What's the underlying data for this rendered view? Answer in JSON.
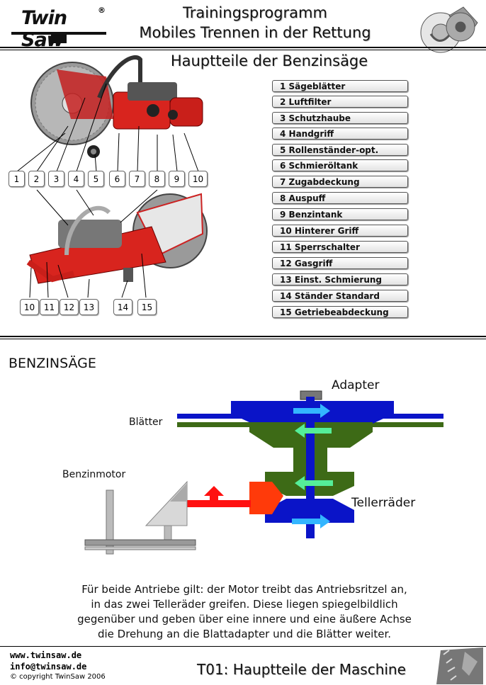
{
  "header": {
    "logo_text": "Twin Saw",
    "logo_mark": "®",
    "title_line1": "Trainingsprogramm",
    "title_line2": "Mobiles Trennen in der Rettung"
  },
  "page_subtitle": "Hauptteile der Benzinsäge",
  "parts": [
    "1 Sägeblätter",
    "2 Luftfilter",
    "3 Schutzhaube",
    "4 Handgriff",
    "5 Rollenständer-opt.",
    "6 Schmieröltank",
    "7 Zugabdeckung",
    "8 Auspuff",
    "9 Benzintank",
    "10 Hinterer Griff",
    "11 Sperrschalter",
    "12 Gasgriff",
    "13 Einst. Schmierung",
    "14 Ständer Standard",
    "15 Getriebeabdeckung"
  ],
  "callouts_top": [
    "1",
    "2",
    "3",
    "4",
    "5",
    "6",
    "7",
    "8",
    "9",
    "10"
  ],
  "callouts_bottom": [
    "10",
    "11",
    "12",
    "13",
    "14",
    "15"
  ],
  "diagram": {
    "section_title": "BENZINSÄGE",
    "label_adapter": "Adapter",
    "label_blades": "Blätter",
    "label_engine": "Benzinmotor",
    "label_gears": "Tellerräder",
    "colors": {
      "blue": "#0a14c8",
      "green": "#3d6a16",
      "orange": "#ff3a0a",
      "red": "#ff1010",
      "arrow_blue": "#33b5ff",
      "arrow_green": "#55ee99"
    }
  },
  "caption_lines": [
    "Für beide Antriebe gilt: der Motor treibt das Antriebsritzel an,",
    "in das zwei Telleräder greifen. Diese liegen spiegelbildlich",
    "gegenüber und geben über eine innere und eine äußere Achse",
    "die Drehung an die Blattadapter und die Blätter weiter."
  ],
  "footer": {
    "web": "www.twinsaw.de",
    "email": "info@twinsaw.de",
    "copyright": "© copyright   TwinSaw 2006",
    "doc_title": "T01: Hauptteile der Maschine"
  }
}
